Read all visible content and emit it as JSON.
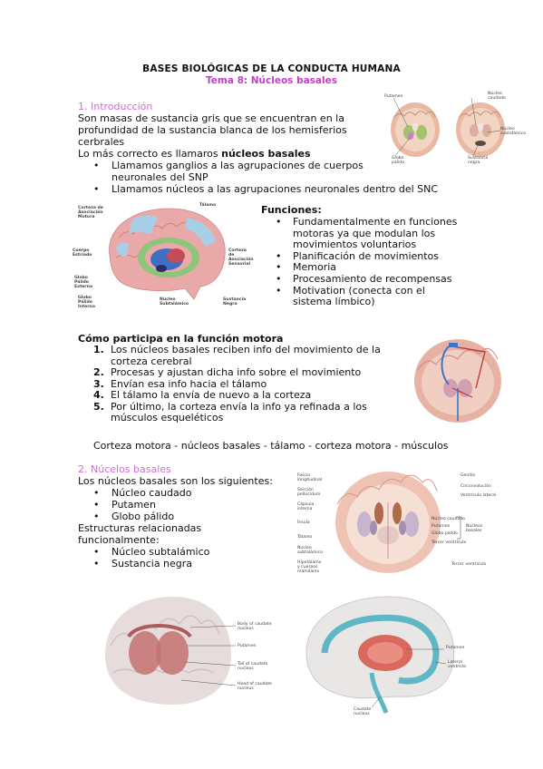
{
  "header": {
    "title": "BASES BIOLÓGICAS DE LA CONDUCTA HUMANA",
    "subtitle": "Tema 8: Núcleos basales"
  },
  "intro": {
    "heading": "1. Introducción",
    "text": "Son masas de sustancia gris que se encuentran en la profundidad de la sustancia blanca de los hemisferios cerbrales",
    "lead_prefix": "Lo más correcto es llamaros ",
    "lead_bold": "núcleos basales",
    "bullets": [
      "Llamamos ganglios a las agrupaciones de cuerpos neuronales del SNP",
      "Llamamos núcleos a las agrupaciones neuronales dentro del SNC"
    ]
  },
  "coronal_figure": {
    "labels": [
      "Putamen",
      "Núcleo caudado",
      "Núcleo subtalámico",
      "Globo pálido",
      "Sustancia negra"
    ]
  },
  "lateral_figure": {
    "labels": [
      "Corteza de Asociación Motora",
      "Tálamo",
      "Cuerpo Estriado",
      "Globo Pálido Externo",
      "Globo Pálido Interno",
      "Núcleo Subtalámico",
      "Sustancia Negra",
      "Corteza de Asociación Sensorial"
    ]
  },
  "functions": {
    "heading": "Funciones:",
    "items": [
      "Fundamentalmente en funciones motoras ya que modulan los movimientos voluntarios",
      "Planificación de movimientos",
      "Memoria",
      "Procesamiento de recompensas",
      "Motivation (conecta con el sistema límbico)"
    ]
  },
  "motor": {
    "heading": "Cómo participa en la función motora",
    "steps": [
      {
        "n": "1.",
        "text": "Los núcleos basales reciben info del movimiento de la corteza cerebral"
      },
      {
        "n": "2.",
        "text": "Procesas y ajustan dicha info sobre el movimiento"
      },
      {
        "n": "3.",
        "text": "Envían esa info hacia el tálamo"
      },
      {
        "n": "4.",
        "text": "El tálamo la envía de nuevo a la corteza"
      },
      {
        "n": "5.",
        "text": "Por último, la corteza envía la info ya refinada a los músculos esqueléticos"
      }
    ],
    "loop": "Corteza motora - núcleos basales - tálamo - corteza motora - músculos"
  },
  "basal": {
    "heading": "2. Núcelos basales",
    "intro": "Los núcleos basales son los siguientes:",
    "items": [
      "Núcleo caudado",
      "Putamen",
      "Globo pálido"
    ],
    "related": "Estructuras relacionadas funcionalmente:",
    "related_items": [
      "Núcleo subtalámico",
      "Sustancia negra"
    ]
  },
  "section_figure": {
    "left_labels": [
      "Fascio longitudinal",
      "Sección pellucidum",
      "Cápsula interna",
      "Ínsula",
      "Tálamo",
      "Núcleo subtalámico",
      "Hipotálamo y cuerpos mamilares"
    ],
    "right_labels": [
      "Genitis",
      "Circunvolución",
      "Ventrículo lateral",
      "Núcleo caudado",
      "Putamen",
      "Globo pálido",
      "Tercer ventrículo",
      "Tercer ventrículo"
    ],
    "bracket": "Núcleos basales"
  },
  "bottom_left_figure": {
    "labels": [
      "Body of caudate nucleus",
      "Putamen",
      "Tail of caudate nucleus",
      "Head of caudate nucleus"
    ]
  },
  "bottom_right_figure": {
    "labels": [
      "Putamen",
      "Lateral ventricle",
      "Caudate nucleus"
    ]
  },
  "colors": {
    "subtitle": "#c13ec9",
    "heading_pink": "#d46ad6",
    "brain_pink": "#e8a4a4",
    "cortex_blue": "#a8cfe8"
  }
}
